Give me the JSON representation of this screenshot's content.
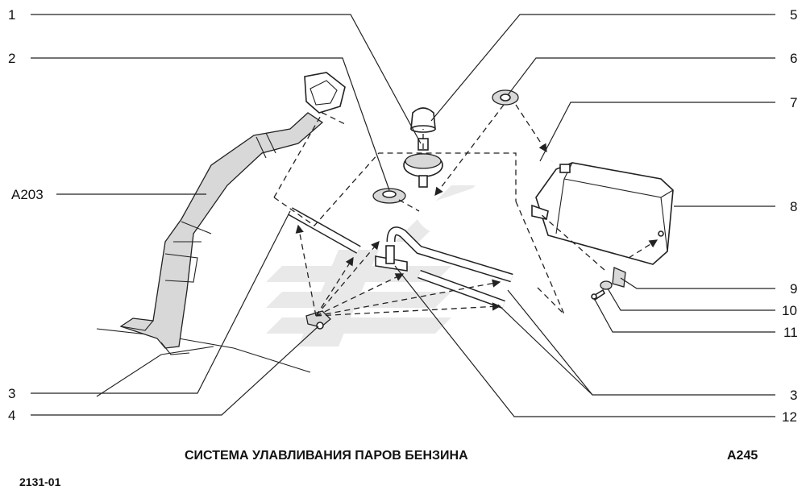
{
  "callouts_left": [
    {
      "label": "1"
    },
    {
      "label": "2"
    },
    {
      "label": "A203"
    },
    {
      "label": "3"
    },
    {
      "label": "4"
    }
  ],
  "callouts_right": [
    {
      "label": "5"
    },
    {
      "label": "6"
    },
    {
      "label": "7"
    },
    {
      "label": "8"
    },
    {
      "label": "9"
    },
    {
      "label": "10"
    },
    {
      "label": "11"
    },
    {
      "label": "3"
    },
    {
      "label": "12"
    }
  ],
  "caption": {
    "title": "СИСТЕМА УЛАВЛИВАНИЯ ПАРОВ БЕНЗИНА",
    "figure_code": "A245",
    "catalog_code": "2131-01"
  }
}
